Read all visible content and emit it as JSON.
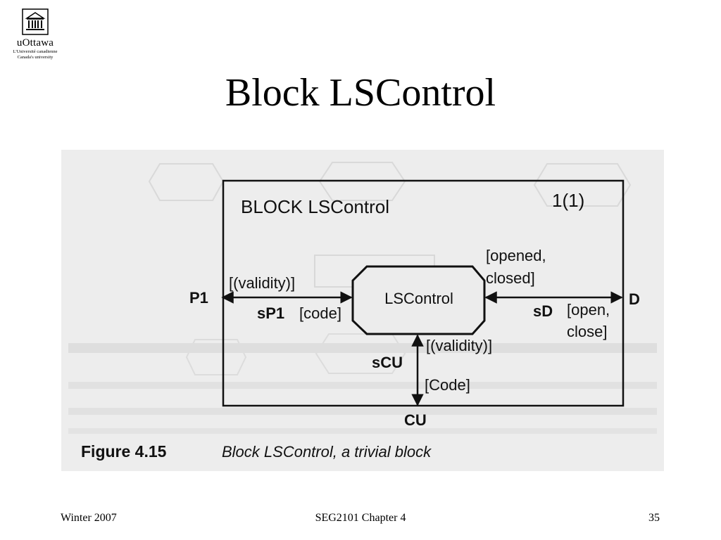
{
  "logo": {
    "name": "uOttawa",
    "sub_line1": "L'Université canadienne",
    "sub_line2": "Canada's university"
  },
  "slide": {
    "title": "Block LSControl"
  },
  "diagram": {
    "block_label": "BLOCK LSControl",
    "page_label": "1(1)",
    "process_name": "LSControl",
    "gate_p1": "P1",
    "gate_d": "D",
    "gate_cu": "CU",
    "channel_sp1": "sP1",
    "channel_sd": "sD",
    "channel_scu": "sCU",
    "sig_p1_in": "[(validity)]",
    "sig_p1_out": "[code]",
    "sig_d_in_1": "[opened,",
    "sig_d_in_2": "closed]",
    "sig_d_out_1": "[open,",
    "sig_d_out_2": "close]",
    "sig_cu_up": "[(validity)]",
    "sig_cu_down": "[Code]",
    "caption_prefix": "Figure 4.15",
    "caption_text": "Block LSControl, a trivial block"
  },
  "footer": {
    "left": "Winter 2007",
    "center": "SEG2101 Chapter 4",
    "right": "35"
  }
}
